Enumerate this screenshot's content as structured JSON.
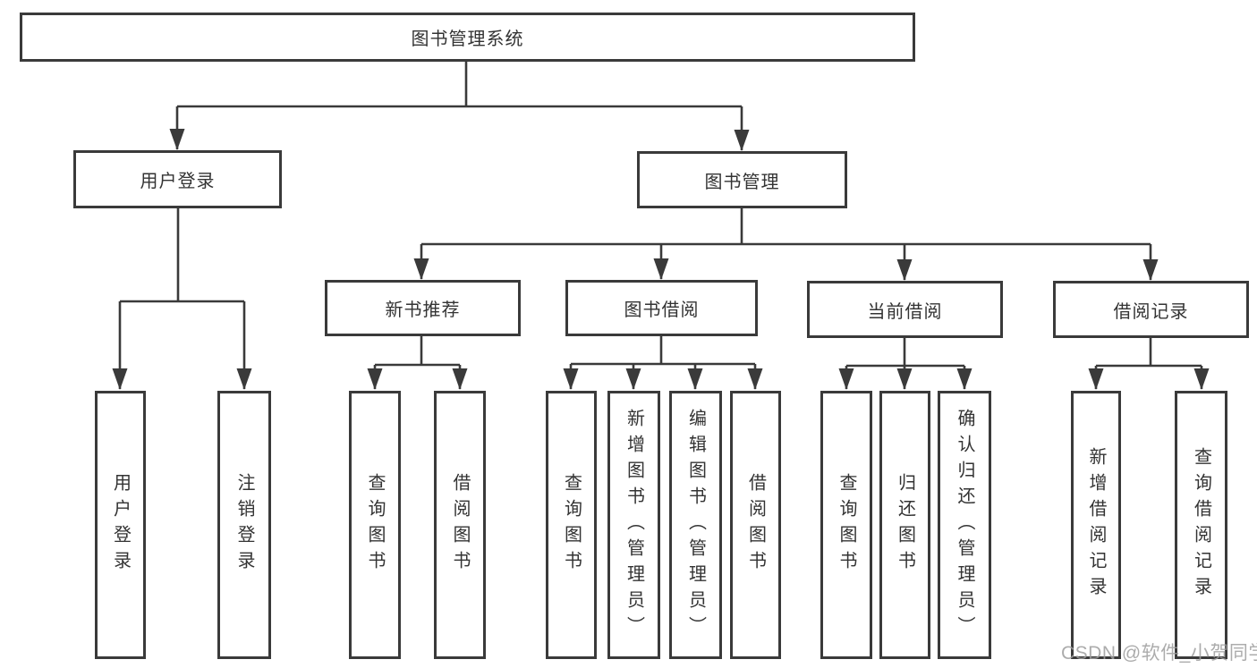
{
  "tree": {
    "label": "图书管理系统",
    "children": [
      {
        "label": "用户登录",
        "children": [
          {
            "label": "用户登录"
          },
          {
            "label": "注销登录"
          }
        ]
      },
      {
        "label": "图书管理",
        "children": [
          {
            "label": "新书推荐",
            "children": [
              {
                "label": "查询图书"
              },
              {
                "label": "借阅图书"
              }
            ]
          },
          {
            "label": "图书借阅",
            "children": [
              {
                "label": "查询图书"
              },
              {
                "label": "新增图书（管理员）"
              },
              {
                "label": "编辑图书（管理员）"
              },
              {
                "label": "借阅图书"
              }
            ]
          },
          {
            "label": "当前借阅",
            "children": [
              {
                "label": "查询图书"
              },
              {
                "label": "归还图书"
              },
              {
                "label": "确认归还（管理员）"
              }
            ]
          },
          {
            "label": "借阅记录",
            "children": [
              {
                "label": "新增借阅记录"
              },
              {
                "label": "查询借阅记录"
              }
            ]
          }
        ]
      }
    ]
  },
  "watermark": "CSDN @软件_小贺同学",
  "colors": {
    "line": "#3a3a3a",
    "text": "#333333",
    "box-bg": "#ffffff",
    "canvas-bg": "#ffffff",
    "watermark": "#9e9e9e"
  }
}
